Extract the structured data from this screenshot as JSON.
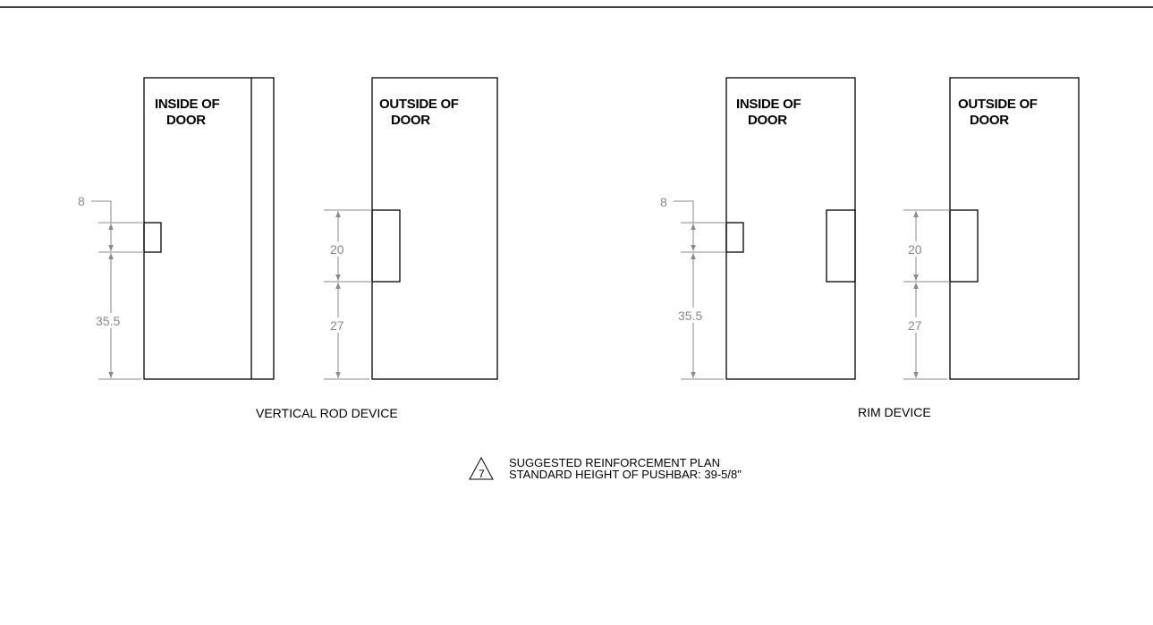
{
  "drawing": {
    "inside_label_line1": "INSIDE OF",
    "inside_label_line2": "DOOR",
    "outside_label_line1": "OUTSIDE OF",
    "outside_label_line2": "DOOR",
    "vertical_rod": {
      "caption": "VERTICAL ROD DEVICE",
      "inside_dims": {
        "top": "8",
        "bottom": "35.5"
      },
      "outside_dims": {
        "top": "20",
        "bottom": "27"
      }
    },
    "rim": {
      "caption": "RIM DEVICE",
      "inside_dims": {
        "top": "8",
        "bottom": "35.5"
      },
      "outside_dims": {
        "top": "20",
        "bottom": "27"
      }
    },
    "note": {
      "symbol": "7",
      "line1": "SUGGESTED REINFORCEMENT PLAN",
      "line2": "STANDARD HEIGHT OF PUSHBAR: 39-5/8\""
    },
    "colors": {
      "outline": "#000000",
      "dimension": "#8a8a8a"
    }
  }
}
